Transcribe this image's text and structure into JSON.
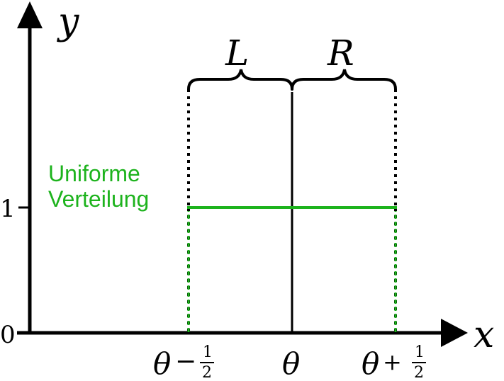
{
  "axes": {
    "x_label": "x",
    "y_label": "y",
    "origin_label": "0",
    "y_tick_label": "1"
  },
  "brackets": {
    "left_label": "L",
    "right_label": "R"
  },
  "distribution": {
    "label_line1": "Uniforme",
    "label_line2": "Verteilung",
    "height": 1
  },
  "x_ticks": {
    "theta": "θ",
    "minus_sign": "−",
    "plus_sign": "+",
    "half_num": "1",
    "half_den": "2"
  },
  "colors": {
    "axis": "#000000",
    "distribution": "#1db31d"
  }
}
